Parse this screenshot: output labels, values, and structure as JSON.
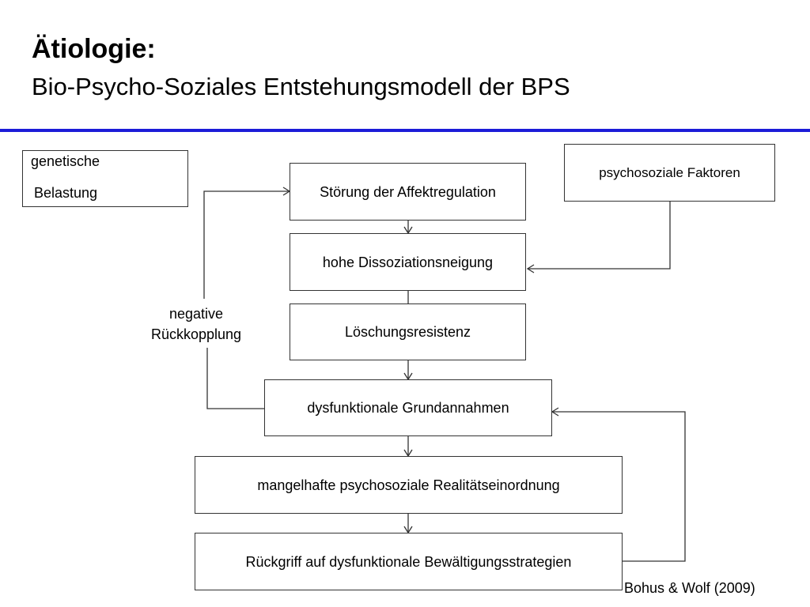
{
  "header": {
    "title": "Ätiologie:",
    "subtitle": "Bio-Psycho-Soziales Entstehungsmodell der BPS"
  },
  "colors": {
    "rule": "#1c1cd8",
    "box_border": "#333333",
    "arrow": "#333333"
  },
  "diagram": {
    "genetic": {
      "line1": "genetische",
      "line2": "Belastung"
    },
    "psychosocial": "psychosoziale Faktoren",
    "affect": "Störung der Affektregulation",
    "dissociation": "hohe Dissoziationsneigung",
    "extinction": "Löschungsresistenz",
    "assumptions": "dysfunktionale Grundannahmen",
    "reality": "mangelhafte psychosoziale Realitätseinordnung",
    "coping": "Rückgriff auf dysfunktionale Bewältigungsstrategien",
    "feedback": {
      "line1": "negative",
      "line2": "Rückkopplung"
    }
  },
  "citation": "Bohus & Wolf (2009)"
}
